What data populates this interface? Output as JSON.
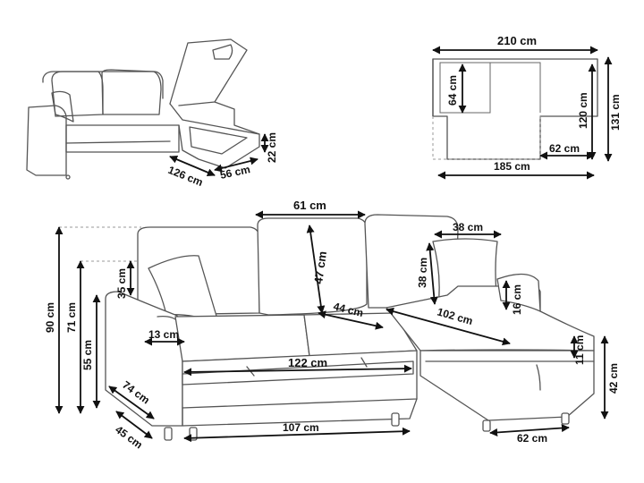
{
  "unit": "cm",
  "dimensions": {
    "small_depth": "126 cm",
    "small_chaise_width": "56 cm",
    "small_storage_height": "22 cm",
    "top_total_width": "210 cm",
    "top_back_depth": "64 cm",
    "top_chaise_length": "120 cm",
    "top_total_depth": "131 cm",
    "top_chaise_width": "62 cm",
    "top_main_width": "185 cm",
    "back_cushion_width": "61 cm",
    "back_cushion_height": "47 cm",
    "pillow_width": "38 cm",
    "pillow_height": "38 cm",
    "armrest_over_seat": "16 cm",
    "chaise_length": "102 cm",
    "seat_depth": "44 cm",
    "backrest_above_arm": "35 cm",
    "total_height": "90 cm",
    "armrest_height": "71 cm",
    "sleeping_height": "55 cm",
    "arm_width": "13 cm",
    "bed_length": "122 cm",
    "arm_depth": "74 cm",
    "side_depth": "45 cm",
    "base_width": "107 cm",
    "chaise_base_width": "62 cm",
    "chaise_height": "42 cm",
    "storage_height": "11 cm"
  }
}
